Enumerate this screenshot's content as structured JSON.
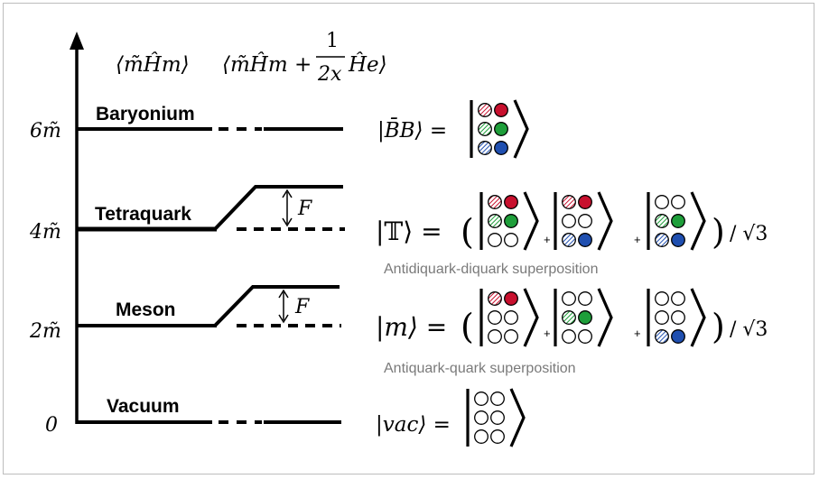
{
  "header": {
    "col1": "⟨m̃Ĥm⟩",
    "col2_left": "⟨m̃Ĥm +",
    "col2_num": "1",
    "col2_den": "2x",
    "col2_right": "Ĥe⟩"
  },
  "axis": {
    "ticks": [
      "6m̃",
      "4m̃",
      "2m̃",
      "0"
    ]
  },
  "levels": [
    {
      "label": "Baryonium",
      "ket": "|B̄B⟩ ="
    },
    {
      "label": "Tetraquark",
      "ket": "|𝕋⟩ =",
      "gap": "F",
      "caption": "Antidiquark-diquark superposition"
    },
    {
      "label": "Meson",
      "ket": "|m⟩ =",
      "gap": "F",
      "caption": "Antiquark-quark superposition"
    },
    {
      "label": "Vacuum",
      "ket": "|vac⟩ ="
    }
  ],
  "formula": {
    "plus": "+",
    "norm": "/ √3",
    "lparen": "(",
    "rparen": ")"
  },
  "colors": {
    "red": "#c8102e",
    "green": "#1e9e3a",
    "blue": "#1f4fb0"
  }
}
